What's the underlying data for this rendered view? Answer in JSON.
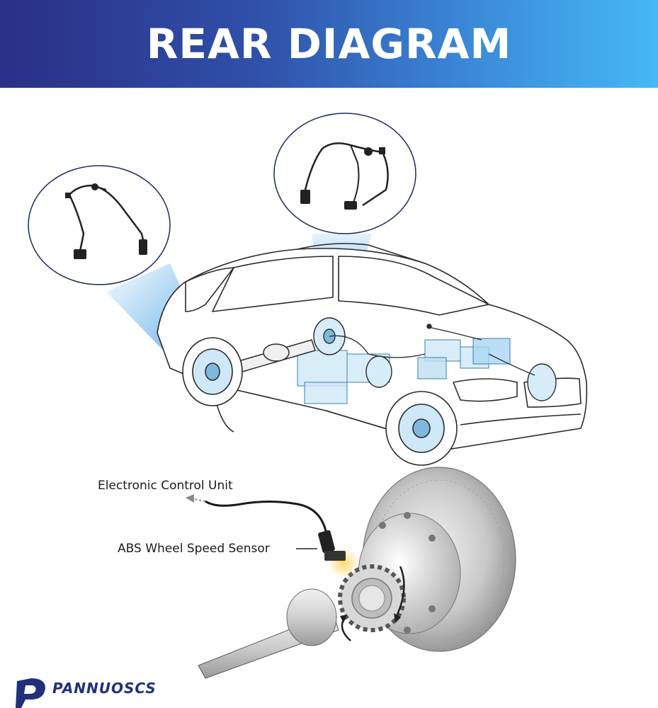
{
  "header": {
    "title": "REAR DIAGRAM"
  },
  "labels": {
    "ecu": "Electronic Control Unit",
    "sensor": "ABS Wheel Speed Sensor"
  },
  "brand": {
    "name": "PANNUOSCS"
  },
  "colors": {
    "banner_left": "#2a2f86",
    "banner_right": "#45b9f6",
    "highlight_blue": "#4aa8e8",
    "brand_navy": "#22307a"
  }
}
